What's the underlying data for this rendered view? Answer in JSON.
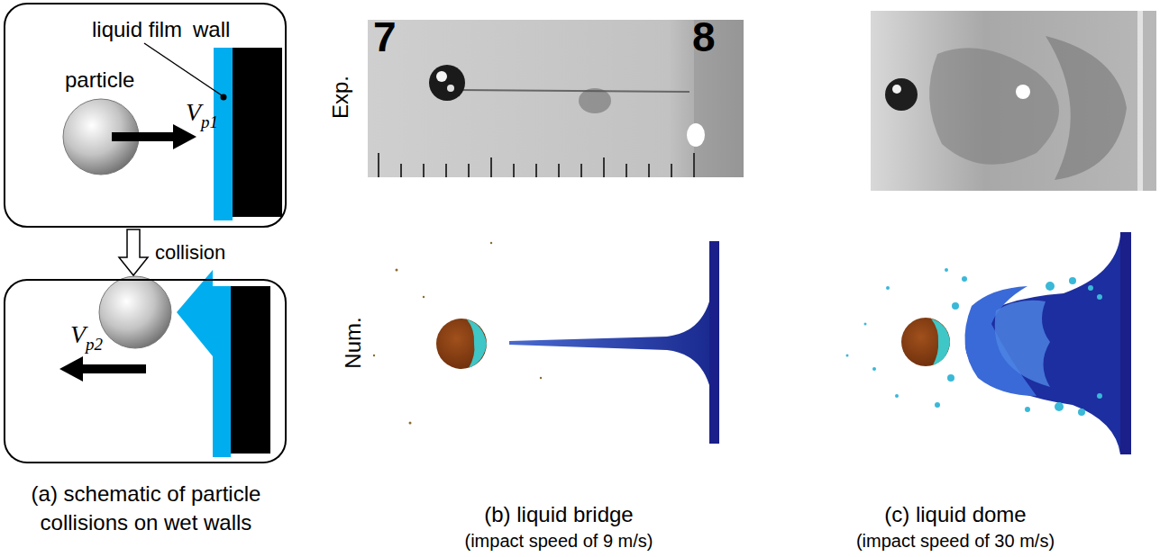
{
  "diagram": {
    "nodes": [
      {
        "text": [
          "particle",
          "liquid film",
          "wall",
          "V",
          "p1"
        ]
      },
      {
        "text": [
          "V",
          "p2"
        ]
      }
    ],
    "edges": [
      {
        "from": 0,
        "to": 1,
        "arrow": "to",
        "label": "collision"
      }
    ],
    "labels": [
      "(a) schematic of particle collisions on wet walls",
      "Exp.",
      "Num.",
      "7",
      "8",
      "(b) liquid bridge",
      "(impact speed of 9 m/s)",
      "(c) liquid dome",
      "(impact speed of 30 m/s)"
    ]
  }
}
